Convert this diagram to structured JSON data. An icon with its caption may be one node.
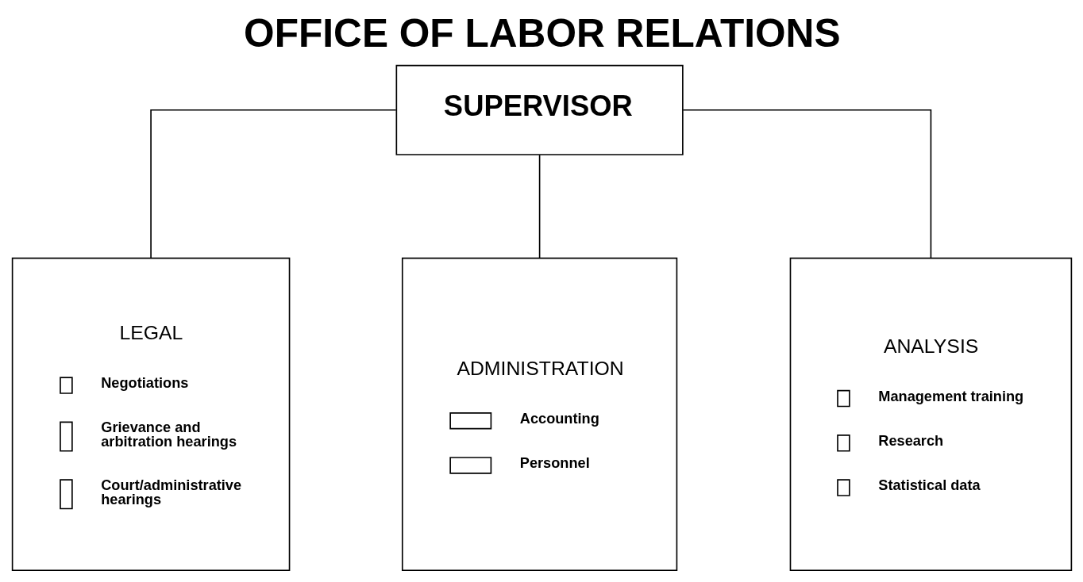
{
  "diagram": {
    "title": "OFFICE OF LABOR RELATIONS",
    "nodes": [
      {
        "text": [
          "SUPERVISOR"
        ]
      },
      {
        "text": [
          "LEGAL",
          "Negotiations",
          "Grievance and arbitration hearings",
          "Court/administrative hearings"
        ]
      },
      {
        "text": [
          "ADMINISTRATION",
          "Accounting",
          "Personnel"
        ]
      },
      {
        "text": [
          "ANALYSIS",
          "Management training",
          "Research",
          "Statistical data"
        ]
      }
    ],
    "edges": [
      {
        "from": 0,
        "to": 1,
        "arrow": "none"
      },
      {
        "from": 0,
        "to": 2,
        "arrow": "none"
      },
      {
        "from": 0,
        "to": 3,
        "arrow": "none"
      }
    ]
  }
}
